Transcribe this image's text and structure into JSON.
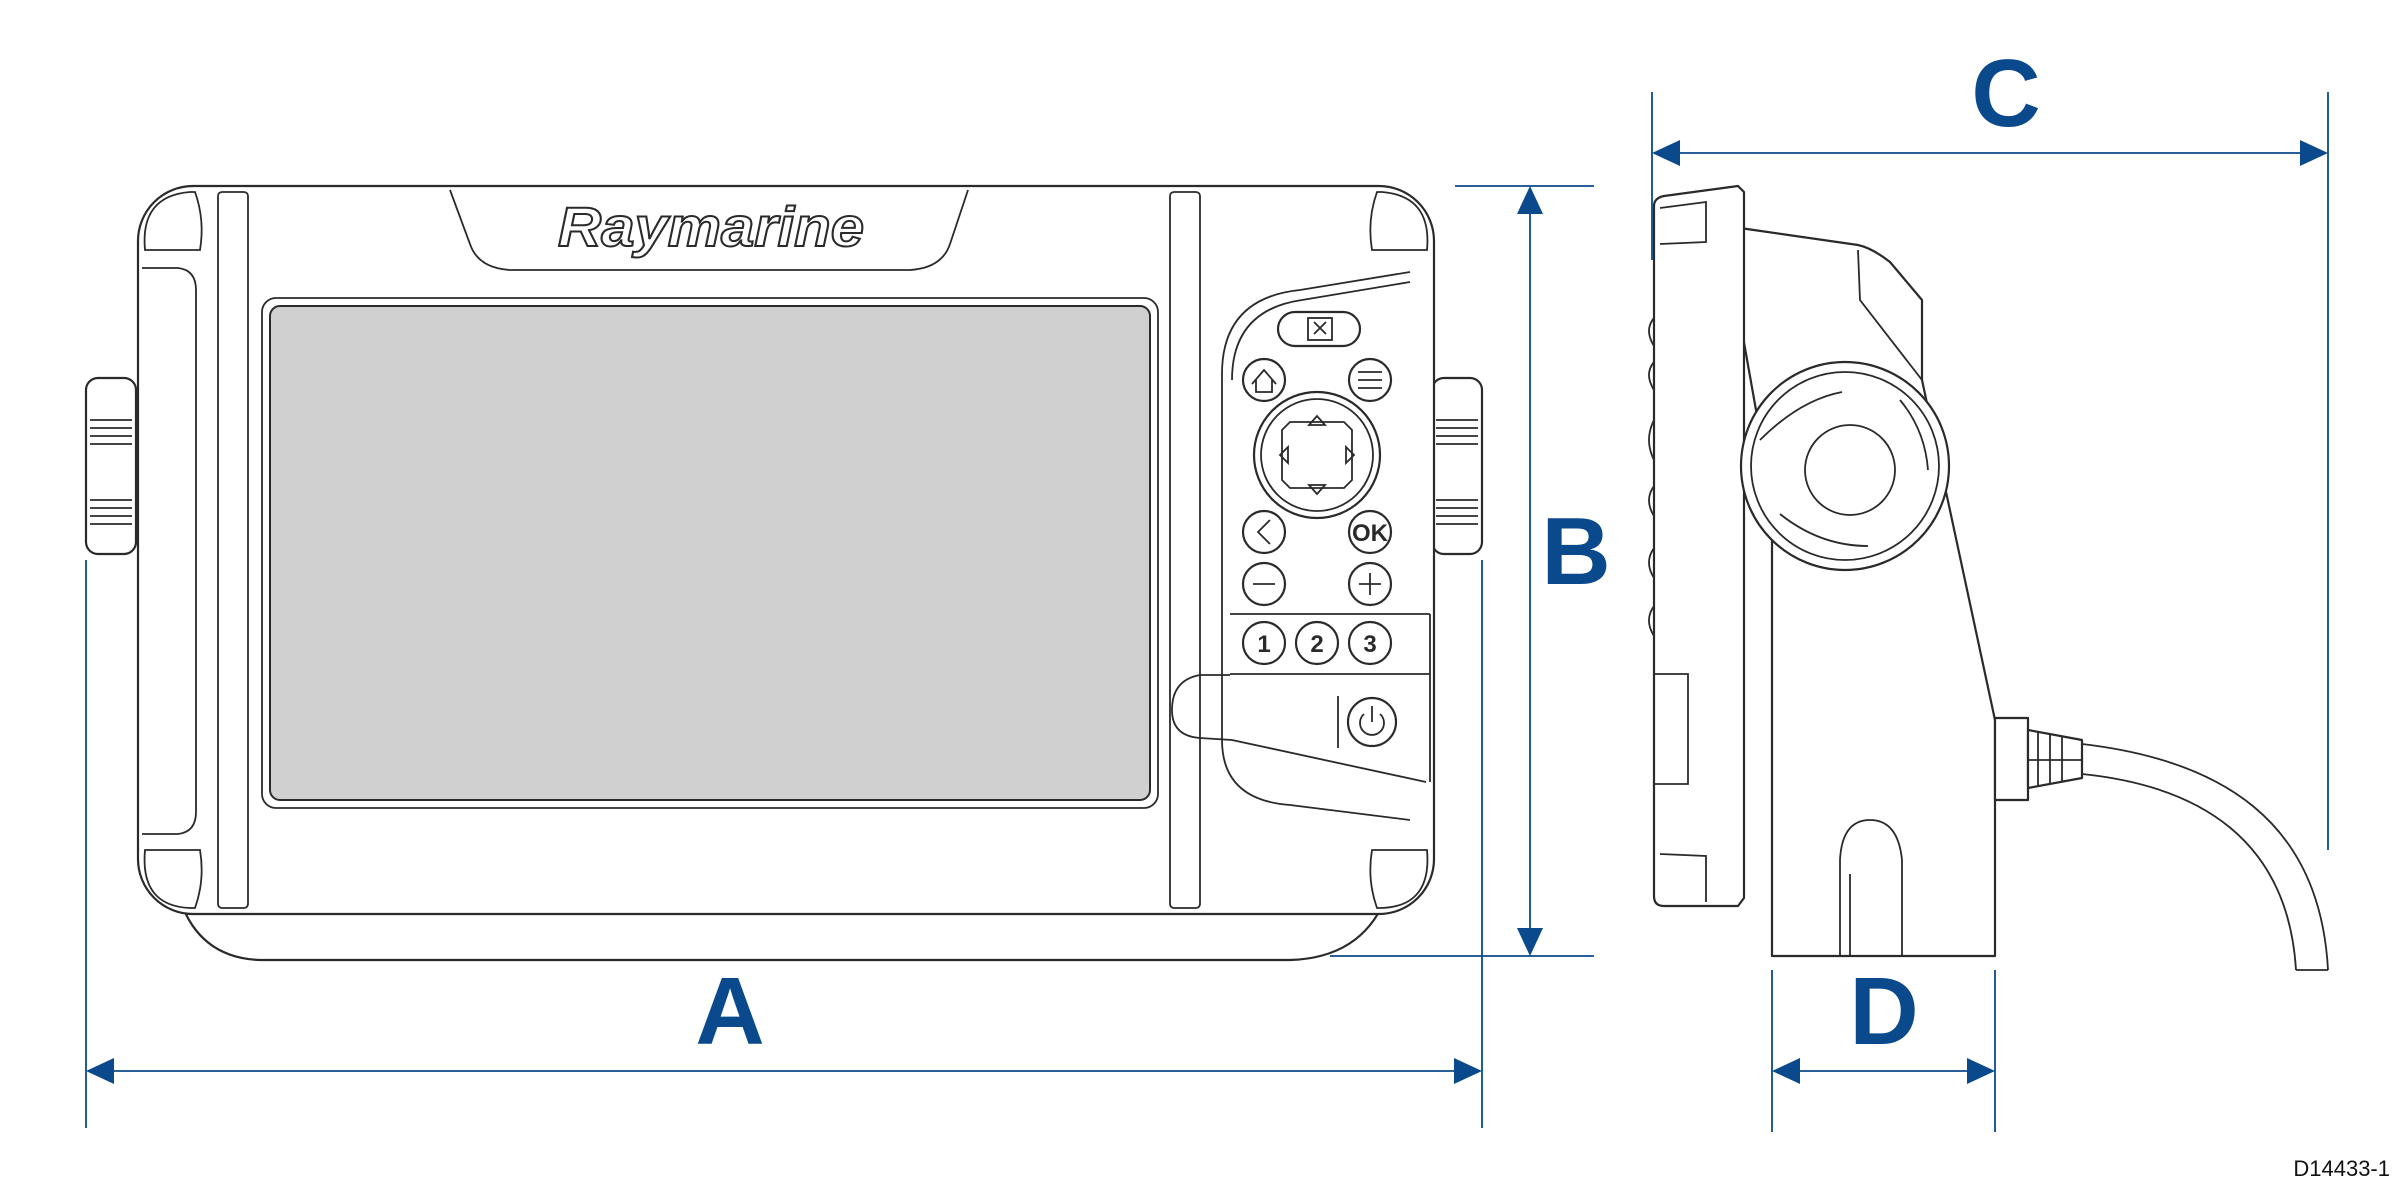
{
  "dimension_labels": {
    "a": "A",
    "b": "B",
    "c": "C",
    "d": "D"
  },
  "brand": "Raymarine",
  "buttons": {
    "ok": "OK",
    "one": "1",
    "two": "2",
    "three": "3"
  },
  "figure_code": "D14433-1",
  "colors": {
    "dimension": "#0a4a8c",
    "line": "#2a2a2a",
    "screen": "#d0d0d0"
  }
}
